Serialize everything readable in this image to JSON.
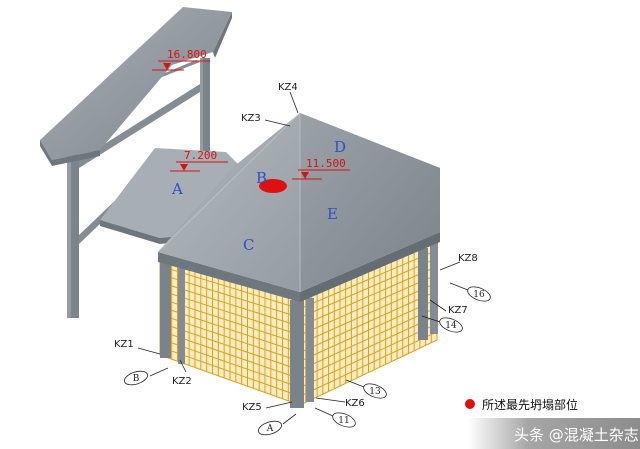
{
  "elevations": {
    "top": "16.800",
    "middle": "7.200",
    "roof": "11.500"
  },
  "face_labels": {
    "a": "A",
    "b": "B",
    "c": "C",
    "d": "D",
    "e": "E"
  },
  "column_labels": {
    "kz1": "KZ1",
    "kz2": "KZ2",
    "kz3": "KZ3",
    "kz4": "KZ4",
    "kz5": "KZ5",
    "kz6": "KZ6",
    "kz7": "KZ7",
    "kz8": "KZ8"
  },
  "axis_labels": {
    "b": "B",
    "a": "A",
    "ax11": "11",
    "ax13": "13",
    "ax14": "14",
    "ax16": "16"
  },
  "legend": {
    "text": "所述最先坍塌部位",
    "marker_color": "#e01010"
  },
  "watermark": "头条 @混凝土杂志"
}
